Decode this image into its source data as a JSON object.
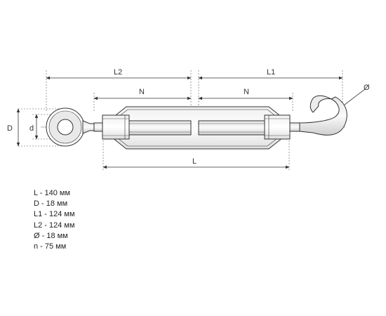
{
  "dimension_labels": {
    "L2": "L2",
    "L1": "L1",
    "N_left": "N",
    "N_right": "N",
    "L": "L",
    "D": "D",
    "d": "d",
    "diameter": "Ø"
  },
  "specs": [
    "L - 140 мм",
    "D - 18 мм",
    "L1 - 124 мм",
    "L2 - 124 мм",
    "Ø - 18 мм",
    "n - 75 мм"
  ],
  "colors": {
    "line": "#333333",
    "fill_light": "#f4f4f4",
    "fill_dark": "#d9d9d9"
  }
}
